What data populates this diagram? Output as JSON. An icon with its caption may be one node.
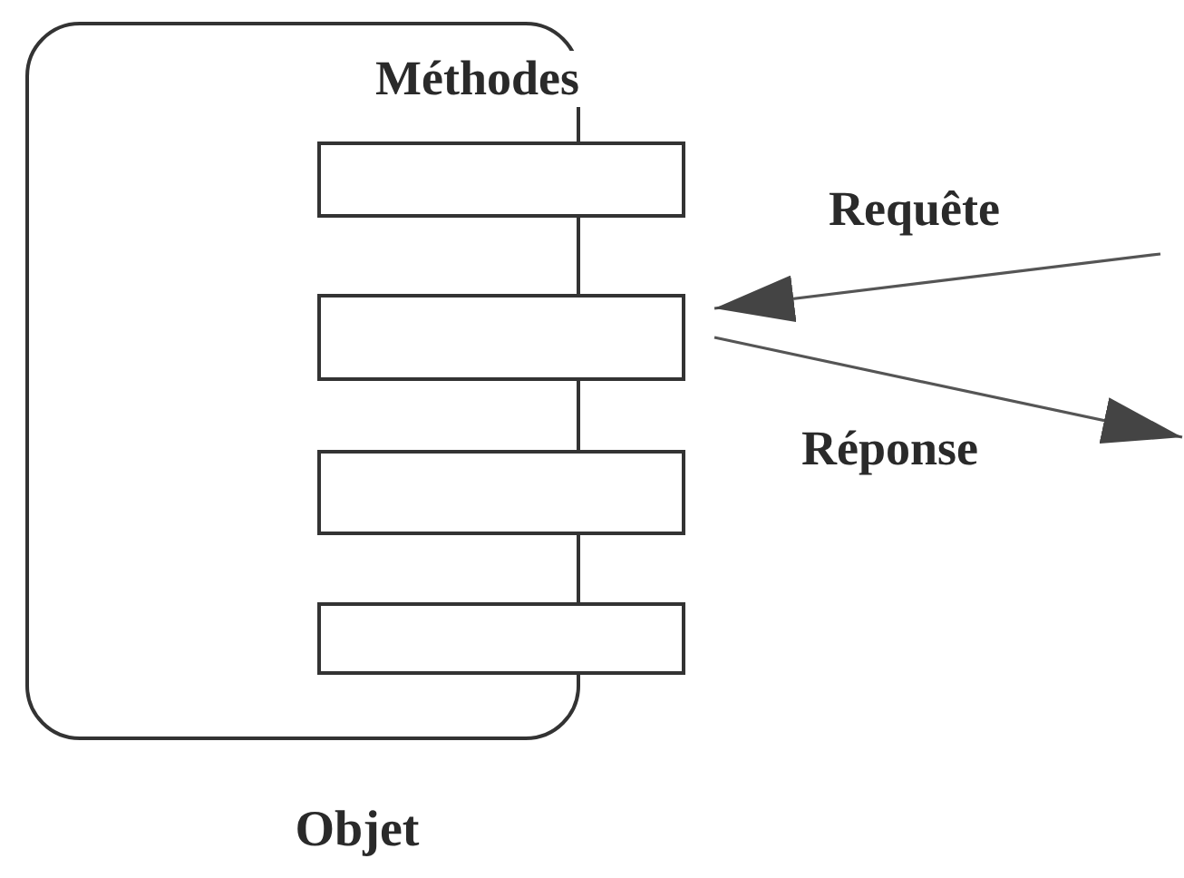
{
  "diagram": {
    "nodes": [
      {
        "text": [
          "Objet"
        ]
      },
      {
        "text": [],
        "shape": "box"
      },
      {
        "text": [],
        "shape": "box"
      },
      {
        "text": [],
        "shape": "box"
      },
      {
        "text": [],
        "shape": "box"
      }
    ],
    "edges": [
      {
        "from": null,
        "to": 2,
        "arrow": "to",
        "label": "Requête"
      },
      {
        "from": 2,
        "to": null,
        "arrow": "to",
        "label": "Réponse"
      }
    ],
    "labels": [
      "Méthodes"
    ]
  }
}
